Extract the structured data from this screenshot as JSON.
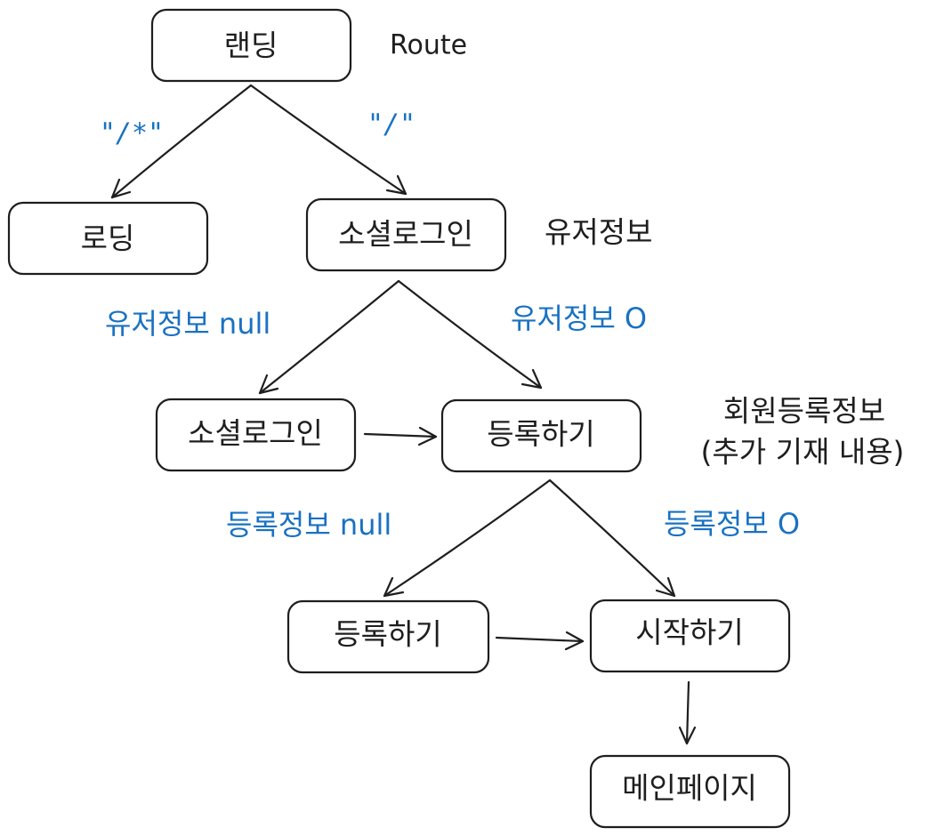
{
  "nodes": {
    "landing": "랜딩",
    "loading": "로딩",
    "social_login_top": "소셜로그인",
    "social_login_left": "소셜로그인",
    "register_top": "등록하기",
    "register_bottom": "등록하기",
    "start": "시작하기",
    "main_page": "메인페이지"
  },
  "notes": {
    "route": "Route",
    "user_info": "유저정보",
    "member_info_line1": "회원등록정보",
    "member_info_line2": "(추가 기재 내용)"
  },
  "conditions": {
    "path_wildcard": "\"/*\"",
    "path_root": "\"/\"",
    "user_info_null": "유저정보 null",
    "user_info_o": "유저정보 O",
    "register_info_null": "등록정보 null",
    "register_info_o": "등록정보 O"
  },
  "colors": {
    "stroke": "#1e1e1e",
    "condition_label": "#1971c2",
    "background": "#ffffff"
  }
}
